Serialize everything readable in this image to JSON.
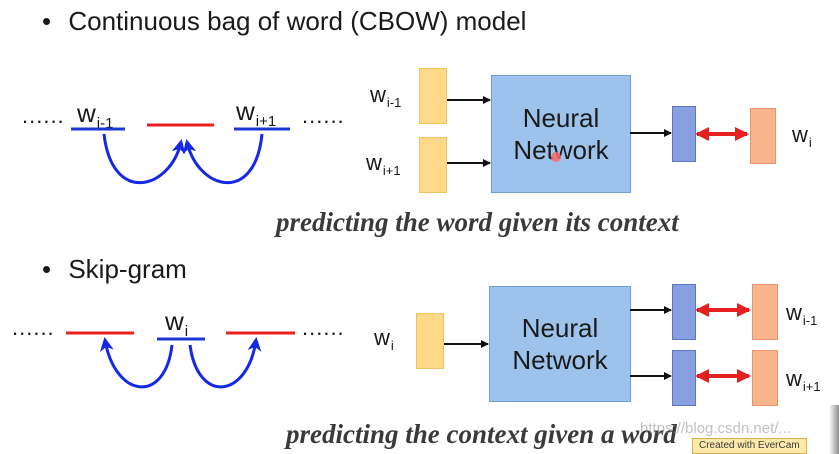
{
  "cbow": {
    "bullet": "•",
    "title": "Continuous bag of word (CBOW) model",
    "dots_left": "......",
    "dots_right": "......",
    "ctx_left": {
      "base": "w",
      "sub": "i-1"
    },
    "ctx_right": {
      "base": "w",
      "sub": "i+1"
    },
    "input_top": {
      "base": "w",
      "sub": "i-1"
    },
    "input_bottom": {
      "base": "w",
      "sub": "i+1"
    },
    "network_line1": "Neural",
    "network_line2": "Network",
    "output": {
      "base": "w",
      "sub": "i"
    },
    "caption": "predicting the word given its context"
  },
  "skipgram": {
    "bullet": "•",
    "title": "Skip-gram",
    "dots_left": "......",
    "dots_right": "......",
    "center": {
      "base": "w",
      "sub": "i"
    },
    "input": {
      "base": "w",
      "sub": "i"
    },
    "network_line1": "Neural",
    "network_line2": "Network",
    "output_top": {
      "base": "w",
      "sub": "i-1"
    },
    "output_bottom": {
      "base": "w",
      "sub": "i+1"
    },
    "caption": "predicting the context given a word"
  },
  "overlay": {
    "watermark": "https://blog.csdn.net/...",
    "badge": "Created with EverCam"
  },
  "colors": {
    "context_line": "#1a36d4",
    "target_line": "#e62020",
    "curve_arrow": "#1428e6",
    "connector": "#111111",
    "compare_arrow": "#e62020"
  }
}
